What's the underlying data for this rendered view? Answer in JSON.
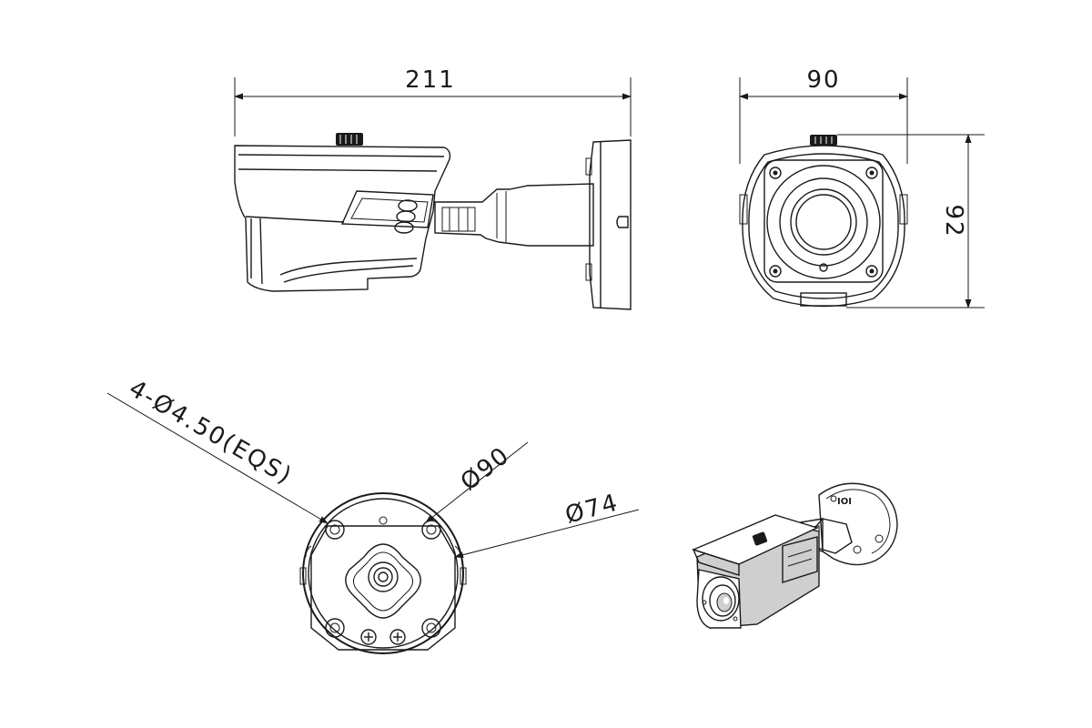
{
  "dimensions": {
    "side_length": "211",
    "front_width": "90",
    "front_height": "92",
    "mount_holes": "4-Ø4.50(EQS)",
    "base_outer_dia": "Ø90",
    "base_inner_dia": "Ø74"
  }
}
